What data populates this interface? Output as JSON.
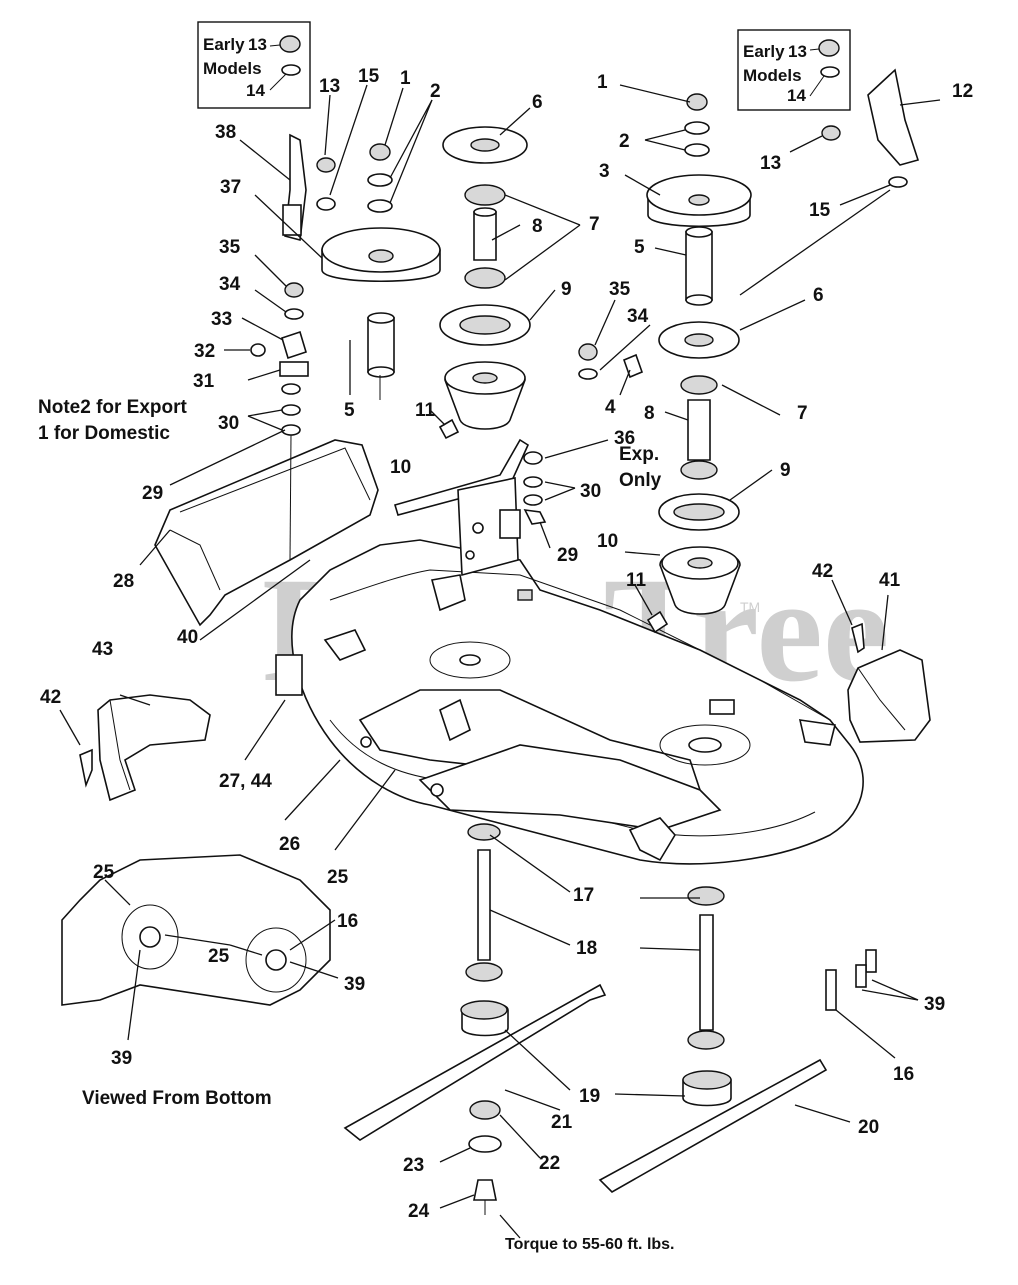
{
  "watermark": {
    "brand": "PartsTree",
    "trademark": "TM"
  },
  "inset_boxes": {
    "left": {
      "line1": "Early",
      "line2": "Models",
      "num_a": "13",
      "num_b": "14"
    },
    "right": {
      "line1": "Early",
      "line2": "Models",
      "num_a": "13",
      "num_b": "14"
    }
  },
  "notes": {
    "export_domestic_line1": "Note2 for Export",
    "export_domestic_line2": "1 for Domestic",
    "exp_only_line1": "Exp.",
    "exp_only_line2": "Only",
    "viewed_from_bottom": "Viewed From Bottom",
    "torque": "Torque to 55-60 ft. lbs."
  },
  "callouts": [
    "13",
    "15",
    "1",
    "2",
    "6",
    "38",
    "37",
    "8",
    "7",
    "35",
    "34",
    "9",
    "33",
    "32",
    "31",
    "5",
    "30",
    "11",
    "10",
    "29",
    "28",
    "43",
    "40",
    "42",
    "27, 44",
    "26",
    "25",
    "25",
    "25",
    "16",
    "39",
    "39",
    "17",
    "18",
    "19",
    "21",
    "22",
    "23",
    "24",
    "1",
    "2",
    "3",
    "5",
    "12",
    "13",
    "15",
    "6",
    "35",
    "34",
    "4",
    "36",
    "8",
    "7",
    "30",
    "29",
    "9",
    "10",
    "11",
    "42",
    "41",
    "39",
    "16",
    "20"
  ]
}
